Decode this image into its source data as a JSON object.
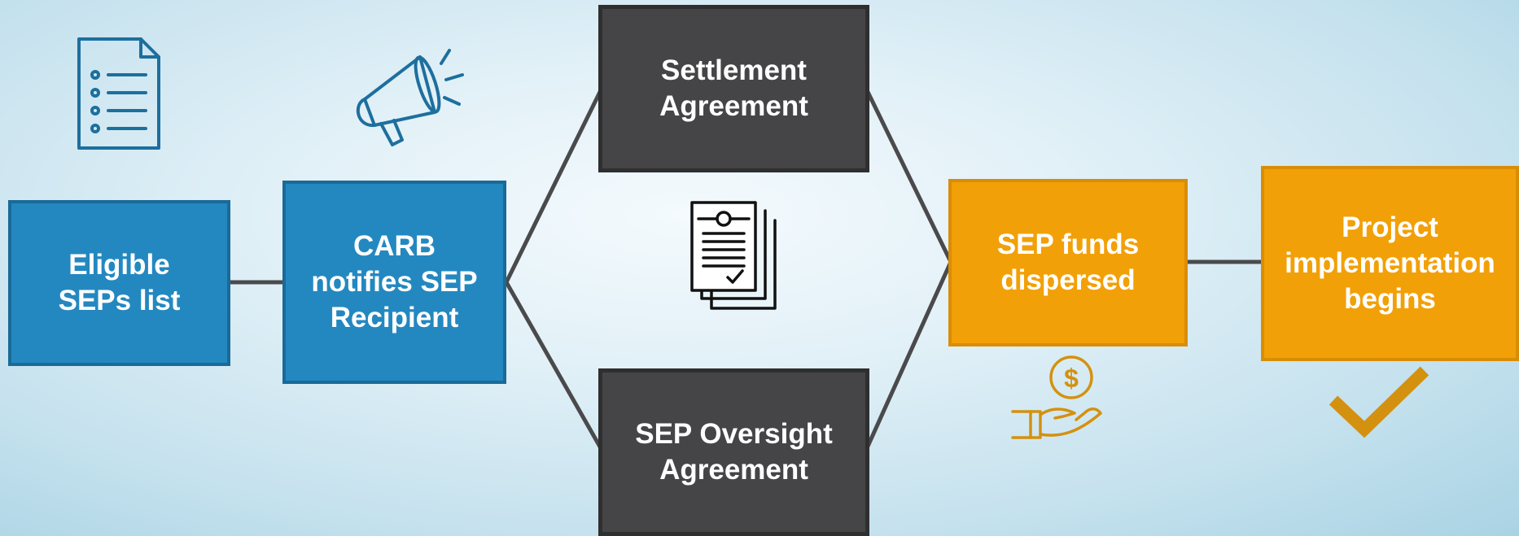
{
  "colors": {
    "blue": "#2488c0",
    "dark": "#454547",
    "orange": "#f2a007",
    "connector": "#4a4a4c",
    "icon_blue": "#1d6f9e",
    "icon_black": "#111111",
    "icon_orange": "#d4910f"
  },
  "nodes": {
    "eligible": "Eligible\nSEPs list",
    "carb": "CARB\nnotifies SEP\nRecipient",
    "settlement": "Settlement\nAgreement",
    "oversight": "SEP Oversight\nAgreement",
    "funds": "SEP funds\ndispersed",
    "implementation": "Project\nimplementation\nbegins"
  },
  "icons": [
    "checklist-icon",
    "megaphone-icon",
    "signed-documents-icon",
    "hand-dollar-icon",
    "checkmark-icon"
  ]
}
